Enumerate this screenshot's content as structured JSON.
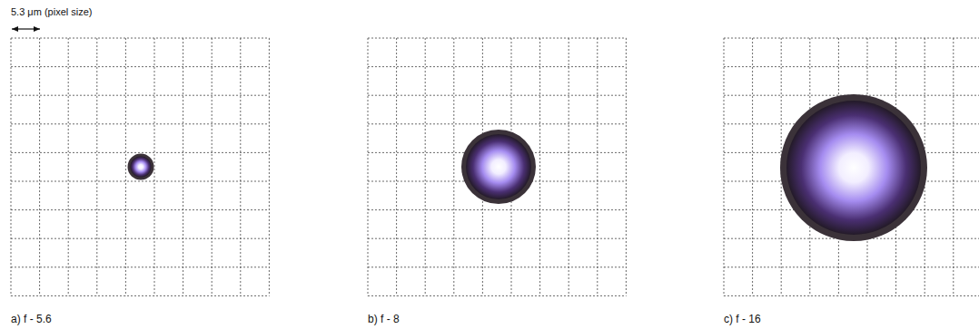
{
  "diagram": {
    "labels": [
      "5.3 μm (pixel size)",
      "a) f - 5.6",
      "b) f - 8",
      "c) f - 16"
    ]
  }
}
